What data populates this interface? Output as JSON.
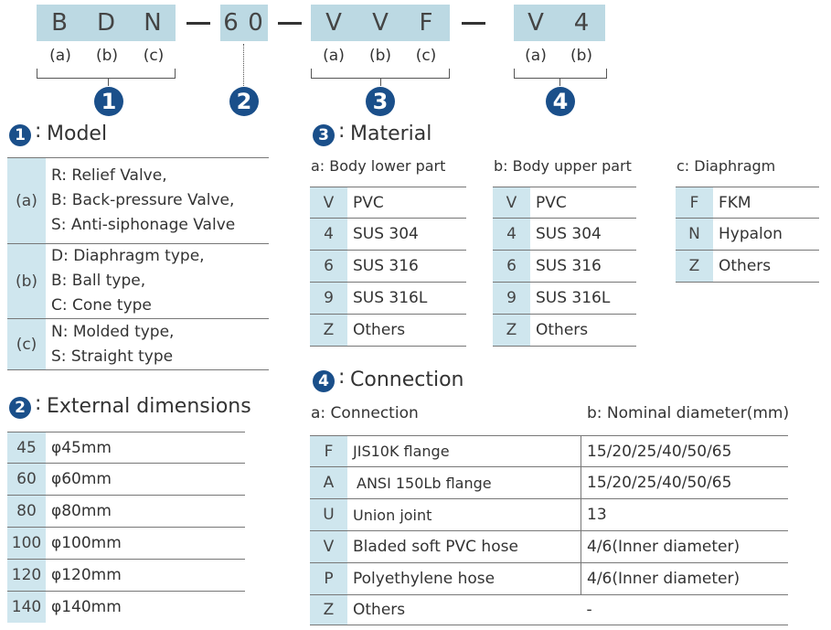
{
  "code": {
    "groups": [
      {
        "chars": [
          "B",
          "D",
          "N"
        ],
        "subs": [
          "(a)",
          "(b)",
          "(c)"
        ],
        "marker": "1"
      },
      {
        "chars": [
          "6",
          "0"
        ],
        "marker": "2"
      },
      {
        "chars": [
          "V",
          "V",
          "F"
        ],
        "subs": [
          "(a)",
          "(b)",
          "(c)"
        ],
        "marker": "3"
      },
      {
        "chars": [
          "V",
          "4"
        ],
        "subs": [
          "(a)",
          "(b)"
        ],
        "marker": "4"
      }
    ]
  },
  "colors": {
    "accent": "#1a4f8a",
    "key_bg": "#cfe6ee",
    "code_bg": "#bcd9e3"
  },
  "model": {
    "num": "1",
    "colon": ":",
    "title": "Model",
    "rows": [
      {
        "key": "(a)",
        "lines": [
          "R: Relief Valve,",
          "B: Back-pressure Valve,",
          "S: Anti-siphonage Valve"
        ]
      },
      {
        "key": "(b)",
        "lines": [
          "D: Diaphragm type,",
          "B: Ball type,",
          "C: Cone type"
        ]
      },
      {
        "key": "(c)",
        "lines": [
          "N: Molded type,",
          "S: Straight type"
        ]
      }
    ]
  },
  "dimensions": {
    "num": "2",
    "colon": ":",
    "title": "External dimensions",
    "rows": [
      {
        "key": "45",
        "value": "φ45mm"
      },
      {
        "key": "60",
        "value": "φ60mm"
      },
      {
        "key": "80",
        "value": "φ80mm"
      },
      {
        "key": "100",
        "value": "φ100mm"
      },
      {
        "key": "120",
        "value": "φ120mm"
      },
      {
        "key": "140",
        "value": "φ140mm"
      }
    ]
  },
  "material": {
    "num": "3",
    "colon": ":",
    "title": "Material",
    "lower": {
      "label": "a: Body lower part",
      "rows": [
        {
          "key": "V",
          "value": "PVC"
        },
        {
          "key": "4",
          "value": "SUS 304"
        },
        {
          "key": "6",
          "value": "SUS 316"
        },
        {
          "key": "9",
          "value": "SUS 316L"
        },
        {
          "key": "Z",
          "value": "Others"
        }
      ]
    },
    "upper": {
      "label": "b: Body upper part",
      "rows": [
        {
          "key": "V",
          "value": "PVC"
        },
        {
          "key": "4",
          "value": "SUS 304"
        },
        {
          "key": "6",
          "value": "SUS 316"
        },
        {
          "key": "9",
          "value": "SUS 316L"
        },
        {
          "key": "Z",
          "value": "Others"
        }
      ]
    },
    "diaphragm": {
      "label": "c: Diaphragm",
      "rows": [
        {
          "key": "F",
          "value": "FKM"
        },
        {
          "key": "N",
          "value": "Hypalon"
        },
        {
          "key": "Z",
          "value": "Others"
        }
      ]
    }
  },
  "connection": {
    "num": "4",
    "colon": ":",
    "title": "Connection",
    "label_a": "a: Connection",
    "label_b": "b: Nominal diameter(mm)",
    "rows": [
      {
        "key": "F",
        "name": "JIS10K flange",
        "diameter": "15/20/25/40/50/65"
      },
      {
        "key": "A",
        "name": "ANSI 150Lb flange",
        "diameter": "15/20/25/40/50/65"
      },
      {
        "key": "U",
        "name": "Union joint",
        "diameter": "13"
      },
      {
        "key": "V",
        "name": "Bladed soft PVC hose",
        "diameter": "4/6(Inner diameter)"
      },
      {
        "key": "P",
        "name": "Polyethylene hose",
        "diameter": "4/6(Inner diameter)"
      },
      {
        "key": "Z",
        "name": "Others",
        "diameter": "-"
      }
    ]
  }
}
